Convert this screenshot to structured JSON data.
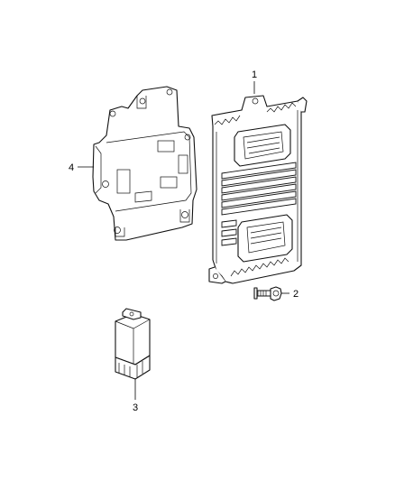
{
  "callouts": [
    {
      "id": "1",
      "text": "1"
    },
    {
      "id": "2",
      "text": "2"
    },
    {
      "id": "3",
      "text": "3"
    },
    {
      "id": "4",
      "text": "4"
    }
  ]
}
